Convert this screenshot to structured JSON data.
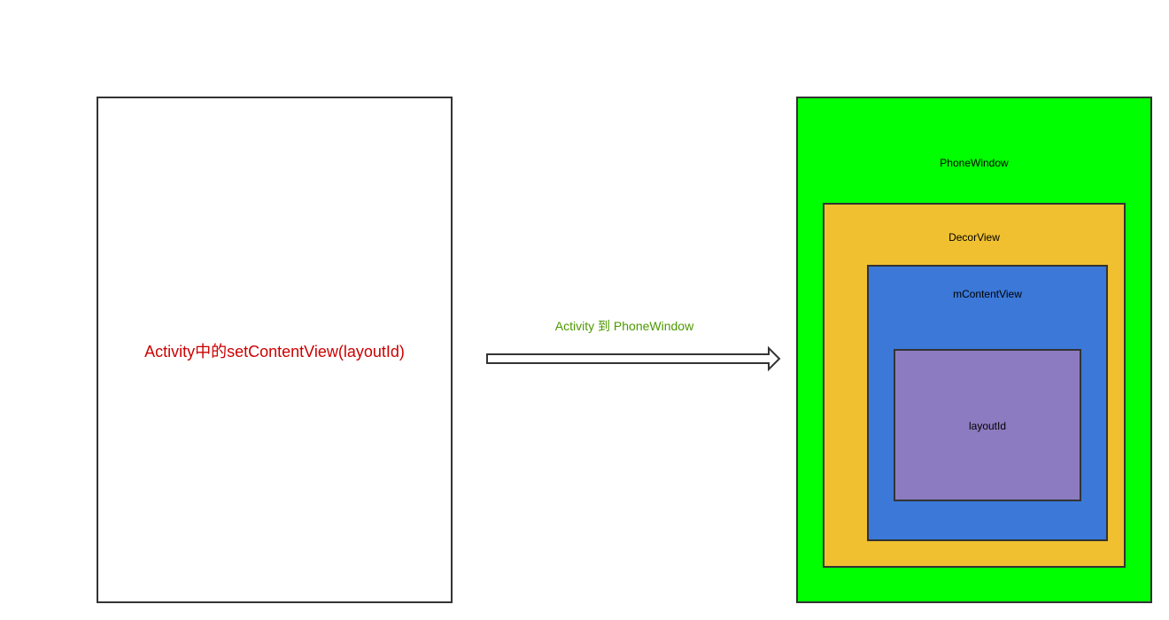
{
  "activity": {
    "label": "Activity中的setContentView(layoutId)",
    "label_color": "#cc0000"
  },
  "edge": {
    "label": "Activity 到 PhoneWindow",
    "label_color": "#4d9900"
  },
  "phone_window": {
    "label": "PhoneWindow",
    "fill": "#00ff00"
  },
  "decor_view": {
    "label": "DecorView",
    "fill": "#f0c030"
  },
  "content_view": {
    "label": "mContentView",
    "fill": "#3b78d8"
  },
  "layout_id": {
    "label": "layoutId",
    "fill": "#8c7bc0"
  }
}
